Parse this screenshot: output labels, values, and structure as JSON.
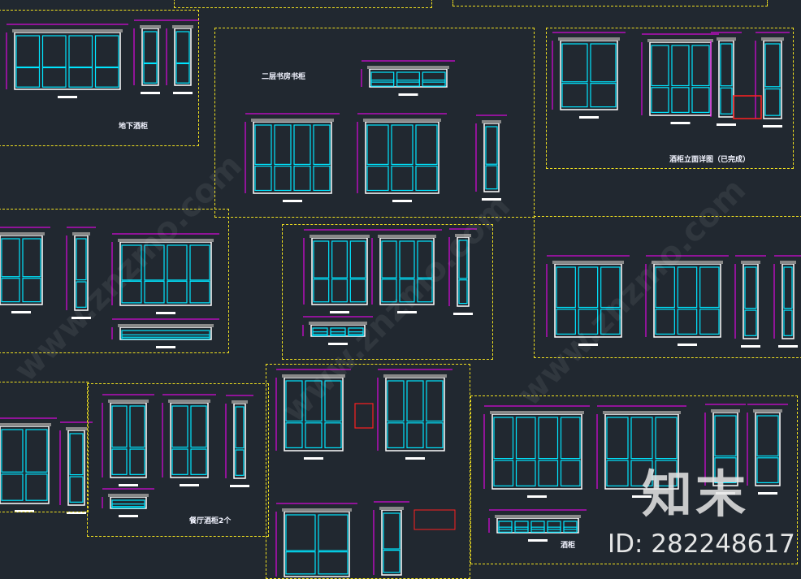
{
  "drawing": {
    "titles": {
      "basement_cabinet": "地下酒柜",
      "study_bookcase": "二层书房书柜",
      "wine_cabinet_detail": "酒柜立面详图（已完成）",
      "dining_cabinet": "餐厅酒柜2个",
      "wine_cabinet": "酒柜"
    },
    "watermark": "www.znzmo.com",
    "brand": "知末",
    "id_label": "ID: 282248617"
  },
  "colors": {
    "background": "#212830",
    "frame": "#f0e020",
    "cyan": "#00e5ff",
    "magenta": "#ff00ff",
    "red": "#ff2020",
    "white": "#ffffff"
  }
}
